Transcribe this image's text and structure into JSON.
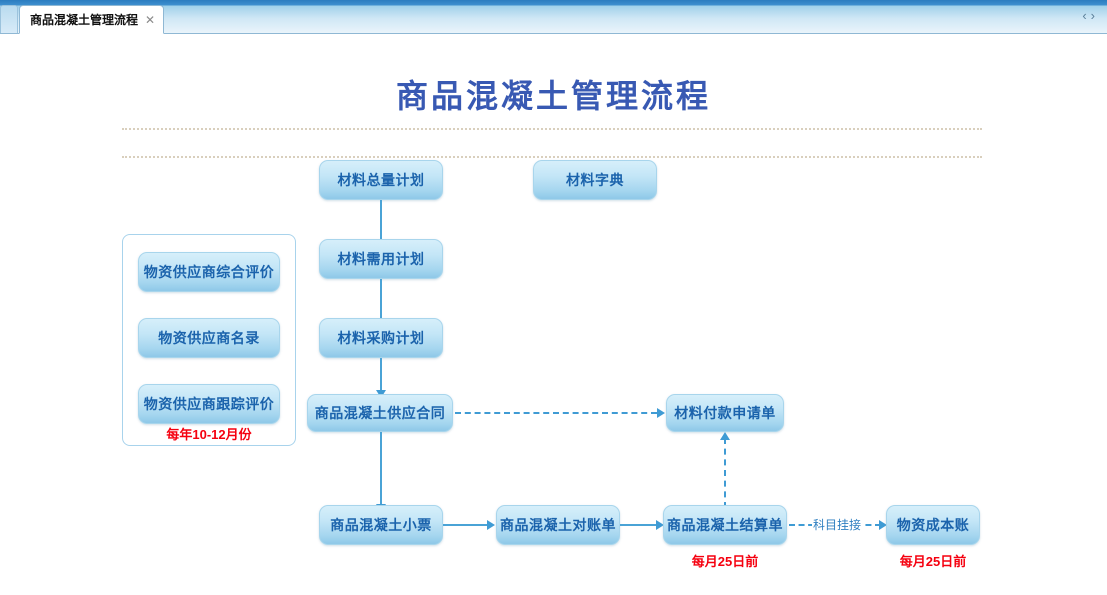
{
  "tabbar": {
    "tab_label": "商品混凝土管理流程",
    "close_glyph": "✕",
    "nav_prev": "‹",
    "nav_next": "›"
  },
  "title": "商品混凝土管理流程",
  "vendor_panel": {
    "items": [
      {
        "label": "物资供应商综合评价"
      },
      {
        "label": "物资供应商名录"
      },
      {
        "label": "物资供应商跟踪评价"
      }
    ],
    "note": "每年10-12月份"
  },
  "nodes": {
    "material_total_plan": "材料总量计划",
    "material_dictionary": "材料字典",
    "material_demand_plan": "材料需用计划",
    "material_purchase_plan": "材料采购计划",
    "concrete_supply_contract": "商品混凝土供应合同",
    "material_payment_request": "材料付款申请单",
    "concrete_ticket": "商品混凝土小票",
    "concrete_reconciliation": "商品混凝土对账单",
    "concrete_settlement": "商品混凝土结算单",
    "material_cost_ledger": "物资成本账"
  },
  "connector_labels": {
    "account_link": "科目挂接"
  },
  "notes": {
    "settlement_due": "每月25日前",
    "cost_ledger_due": "每月25日前"
  },
  "colors": {
    "title_blue": "#3859b3",
    "node_text_blue": "#1b63ac",
    "connector_blue": "#3f9bd4",
    "note_red": "#f5000f",
    "rule_tan": "#d9cfbd"
  }
}
